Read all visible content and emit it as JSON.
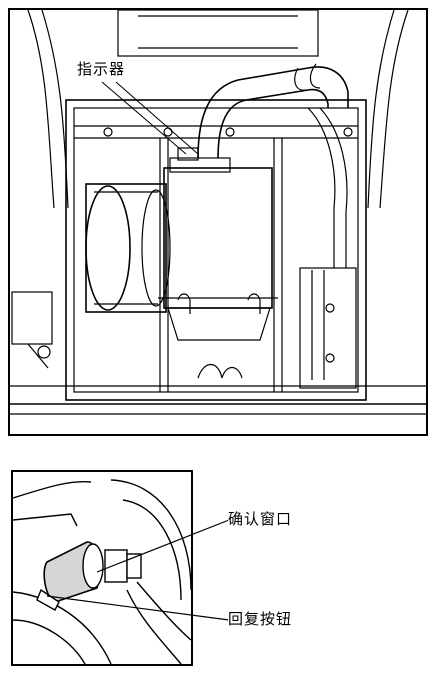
{
  "labels": {
    "indicator": "指示器",
    "confirm_window": "确认窗口",
    "reset_button": "回复按钮"
  },
  "colors": {
    "line": "#000000",
    "shade": "#d6d6d6",
    "background": "#ffffff"
  }
}
